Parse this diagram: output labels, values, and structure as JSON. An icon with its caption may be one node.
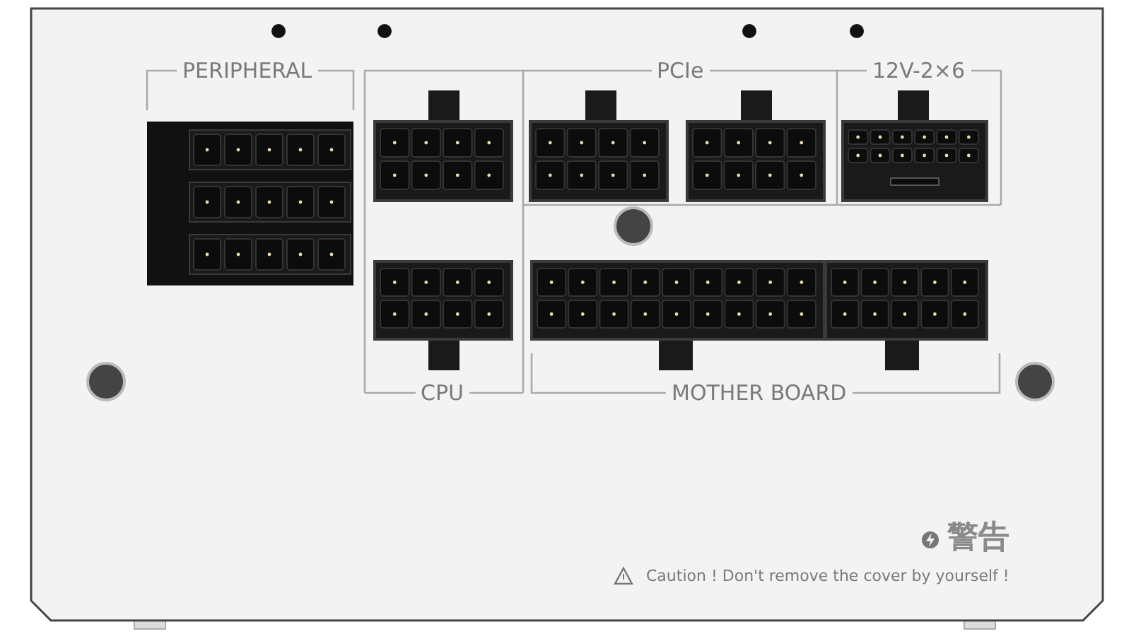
{
  "diagram": {
    "labels": [
      "PERIPHERAL",
      "PCIe",
      "12V-2×6",
      "CPU",
      "MOTHER BOARD",
      "警告",
      "Caution ! Don't remove the cover by yourself !"
    ]
  }
}
